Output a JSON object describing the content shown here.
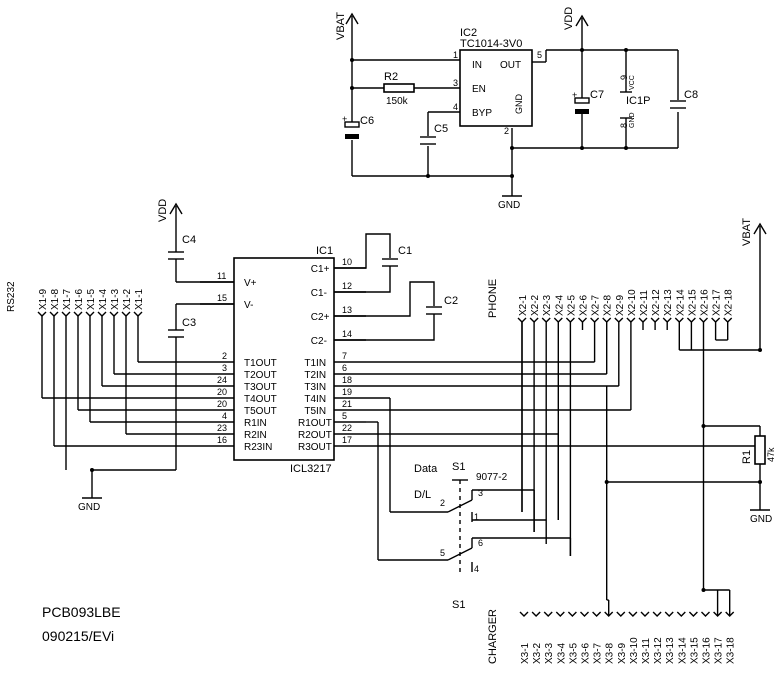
{
  "power": {
    "vbat_top": "VBAT",
    "vdd_top": "VDD",
    "vdd_left": "VDD",
    "vbat_right": "VBAT",
    "gnd": "GND"
  },
  "ic2": {
    "ref": "IC2",
    "part": "TC1014-3V0",
    "pins": {
      "in": "IN",
      "en": "EN",
      "byp": "BYP",
      "out": "OUT",
      "gnd": "GND"
    },
    "pin_numbers": {
      "in": "1",
      "en": "3",
      "byp": "4",
      "out": "5",
      "gnd": "2"
    }
  },
  "regulator_parts": {
    "r2": "R2",
    "r2_value": "150k",
    "c5": "C5",
    "c6": "C6",
    "c6_polarity": "+",
    "c7": "C7",
    "c7_polarity": "+",
    "c8": "C8"
  },
  "ic1p": {
    "ref": "IC1P",
    "vcc": "VCC",
    "gnd": "GND",
    "pin_vcc": "9",
    "pin_gnd": "8"
  },
  "ic1": {
    "ref": "IC1",
    "part": "ICL3217",
    "left_pins": [
      {
        "num": "11",
        "name": "V+"
      },
      {
        "num": "15",
        "name": "V-"
      },
      {
        "num": "2",
        "name": "T1OUT"
      },
      {
        "num": "3",
        "name": "T2OUT"
      },
      {
        "num": "24",
        "name": "T3OUT"
      },
      {
        "num": "20",
        "name": "T4OUT"
      },
      {
        "num": "20",
        "name": "T5OUT"
      },
      {
        "num": "4",
        "name": "R1IN"
      },
      {
        "num": "23",
        "name": "R2IN"
      },
      {
        "num": "16",
        "name": "R23IN"
      }
    ],
    "right_pins": [
      {
        "num": "10",
        "name": "C1+"
      },
      {
        "num": "12",
        "name": "C1-"
      },
      {
        "num": "13",
        "name": "C2+"
      },
      {
        "num": "14",
        "name": "C2-"
      },
      {
        "num": "7",
        "name": "T1IN"
      },
      {
        "num": "6",
        "name": "T2IN"
      },
      {
        "num": "18",
        "name": "T3IN"
      },
      {
        "num": "19",
        "name": "T4IN"
      },
      {
        "num": "21",
        "name": "T5IN"
      },
      {
        "num": "5",
        "name": "R1OUT"
      },
      {
        "num": "22",
        "name": "R2OUT"
      },
      {
        "num": "17",
        "name": "R3OUT"
      }
    ]
  },
  "caps": {
    "c1": "C1",
    "c2": "C2",
    "c3": "C3",
    "c4": "C4"
  },
  "rs232": {
    "label": "RS232",
    "pins": [
      "X1-9",
      "X1-8",
      "X1-7",
      "X1-6",
      "X1-5",
      "X1-4",
      "X1-3",
      "X1-2",
      "X1-1"
    ]
  },
  "phone": {
    "label": "PHONE",
    "pins": [
      "X2-1",
      "X2-2",
      "X2-3",
      "X2-4",
      "X2-5",
      "X2-6",
      "X2-7",
      "X2-8",
      "X2-9",
      "X2-10",
      "X2-11",
      "X2-12",
      "X2-13",
      "X2-14",
      "X2-15",
      "X2-16",
      "X2-17",
      "X2-18"
    ]
  },
  "charger": {
    "label": "CHARGER",
    "pins": [
      "X3-1",
      "X3-2",
      "X3-3",
      "X3-4",
      "X3-5",
      "X3-6",
      "X3-7",
      "X3-8",
      "X3-9",
      "X3-10",
      "X3-11",
      "X3-12",
      "X3-13",
      "X3-14",
      "X3-15",
      "X3-16",
      "X3-17",
      "X3-18"
    ]
  },
  "switch": {
    "ref_top": "S1",
    "ref_bottom": "S1",
    "part": "9077-2",
    "data": "Data",
    "dl": "D/L",
    "pin2": "2",
    "pin3": "3",
    "pin1": "1",
    "pin5": "5",
    "pin6": "6",
    "pin4": "4"
  },
  "r1": {
    "ref": "R1",
    "value": "47k"
  },
  "footer": {
    "line1": "PCB093LBE",
    "line2": "090215/EVi"
  }
}
